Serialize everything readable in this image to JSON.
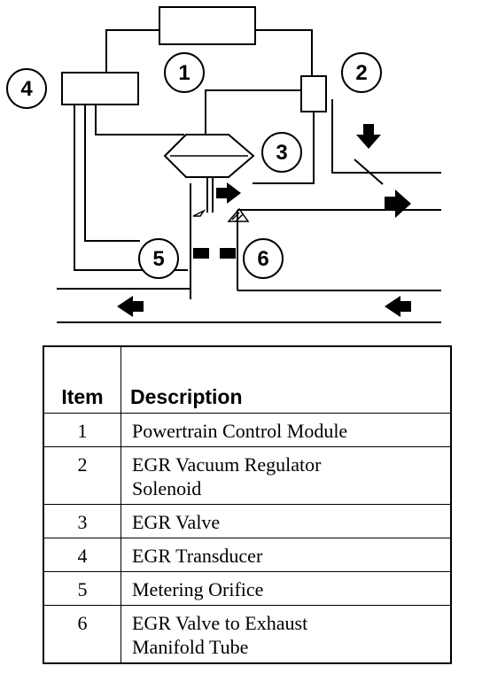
{
  "diagram": {
    "callouts": [
      "1",
      "2",
      "3",
      "4",
      "5",
      "6"
    ]
  },
  "table": {
    "headers": [
      "Item",
      "Description"
    ],
    "rows": [
      {
        "item": "1",
        "description": "Powertrain Control Module"
      },
      {
        "item": "2",
        "description": "EGR Vacuum Regulator Solenoid"
      },
      {
        "item": "3",
        "description": "EGR Valve"
      },
      {
        "item": "4",
        "description": "EGR Transducer"
      },
      {
        "item": "5",
        "description": "Metering Orifice"
      },
      {
        "item": "6",
        "description": "EGR Valve to Exhaust Manifold Tube"
      }
    ]
  }
}
